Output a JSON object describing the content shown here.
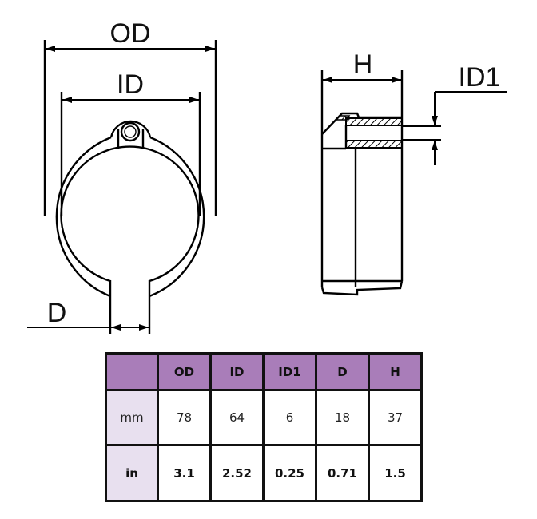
{
  "drawing": {
    "labels": {
      "od": "OD",
      "id": "ID",
      "d": "D",
      "h": "H",
      "id1": "ID1"
    },
    "line_color": "#000000"
  },
  "table": {
    "header_color": "#a97db9",
    "rowhead_color": "#e8e0ef",
    "columns": [
      "",
      "OD",
      "ID",
      "ID1",
      "D",
      "H"
    ],
    "rows": [
      {
        "unit": "mm",
        "values": [
          "78",
          "64",
          "6",
          "18",
          "37"
        ]
      },
      {
        "unit": "in",
        "values": [
          "3.1",
          "2.52",
          "0.25",
          "0.71",
          "1.5"
        ]
      }
    ]
  }
}
